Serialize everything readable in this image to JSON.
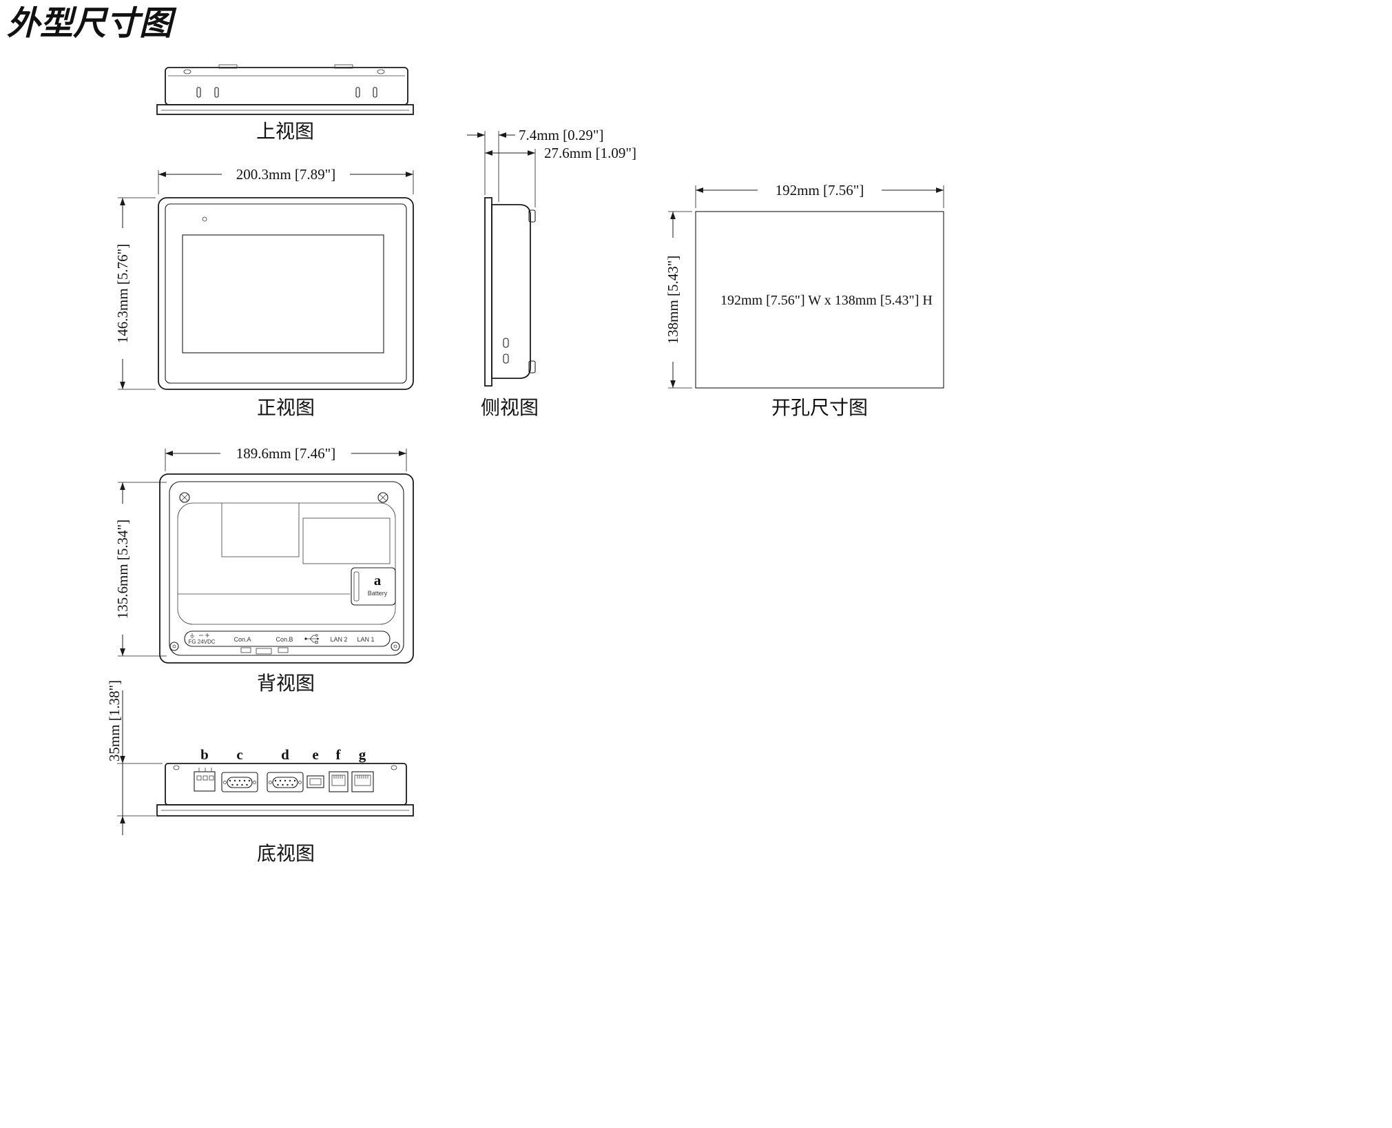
{
  "title": "外型尺寸图",
  "views": {
    "top": {
      "label": "上视图"
    },
    "front": {
      "label": "正视图",
      "width": "200.3mm [7.89\"]",
      "height": "146.3mm [5.76\"]"
    },
    "side": {
      "label": "侧视图",
      "bezel_depth": "7.4mm [0.29\"]",
      "body_depth": "27.6mm [1.09\"]"
    },
    "cutout": {
      "label": "开孔尺寸图",
      "width": "192mm [7.56\"]",
      "height": "138mm [5.43\"]",
      "note": "192mm [7.56\"] W x 138mm [5.43\"] H"
    },
    "rear": {
      "label": "背视图",
      "width": "189.6mm [7.46\"]",
      "height": "135.6mm [5.34\"]",
      "battery_tag": "a",
      "battery_label": "Battery",
      "ports": {
        "power": "FG 24VDC",
        "con_a": "Con.A",
        "con_b": "Con.B",
        "lan2": "LAN 2",
        "lan1": "LAN 1"
      }
    },
    "bottom": {
      "label": "底视图",
      "height": "35mm [1.38\"]",
      "tags": {
        "power": "b",
        "con_a": "c",
        "con_b": "d",
        "usb": "e",
        "lan2": "f",
        "lan1": "g"
      }
    }
  }
}
